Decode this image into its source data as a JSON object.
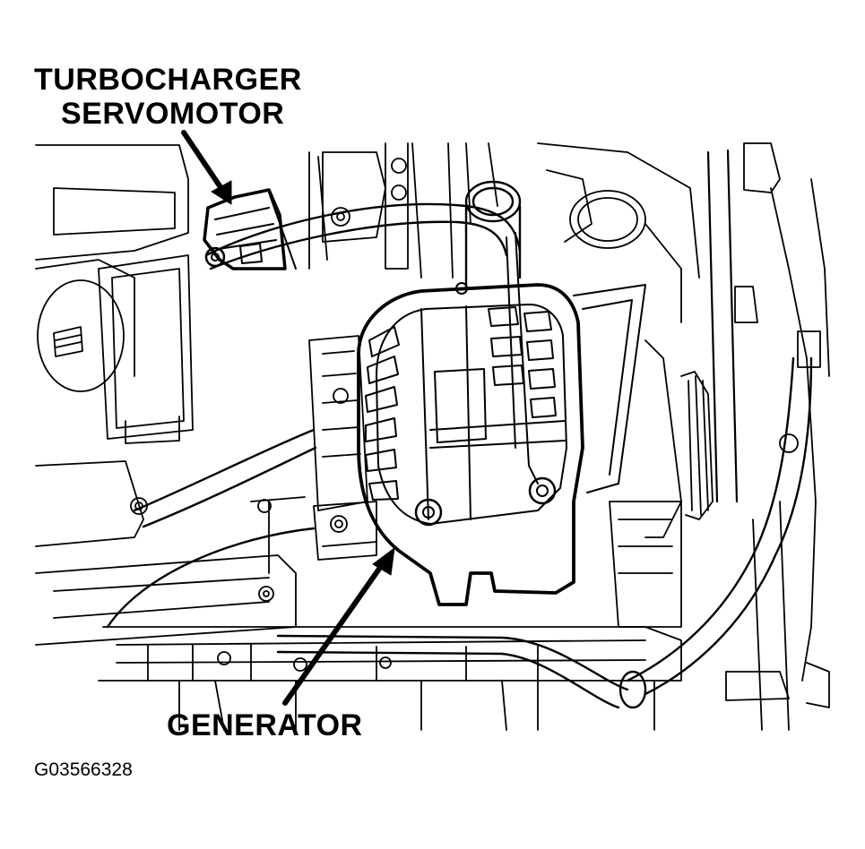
{
  "labels": {
    "turbo_line1": "TURBOCHARGER",
    "turbo_line2": "SERVOMOTOR",
    "generator": "GENERATOR",
    "figure_id": "G03566328"
  },
  "colors": {
    "ink": "#000000",
    "background": "#ffffff"
  }
}
